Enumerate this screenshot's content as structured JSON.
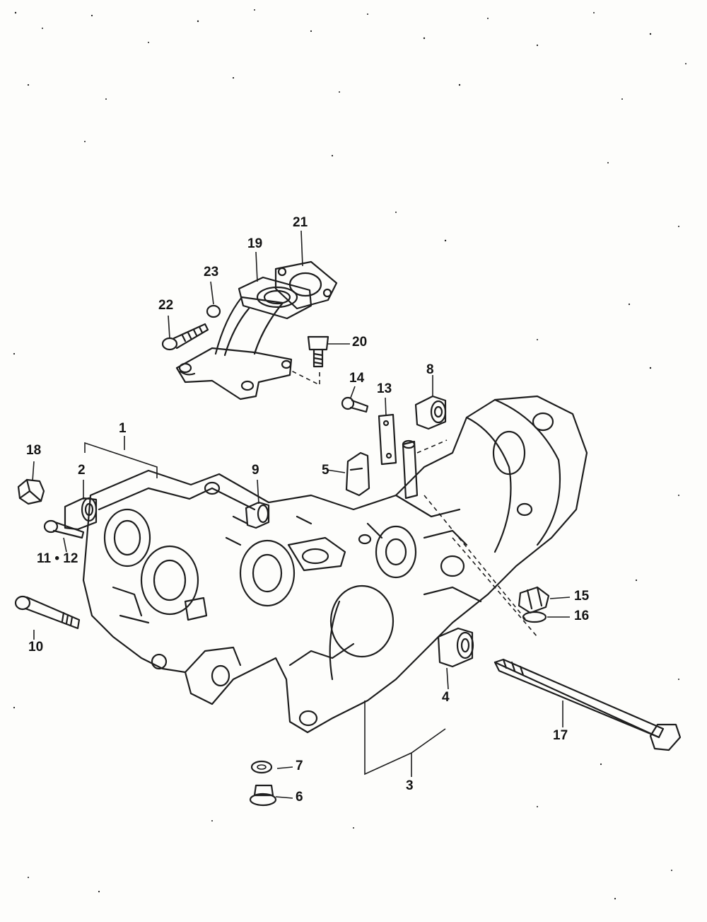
{
  "colors": {
    "ink": "#1e1e1e",
    "paper": "#fdfdfb"
  },
  "labels": {
    "l1": "1",
    "l2": "2",
    "l3": "3",
    "l4": "4",
    "l5": "5",
    "l6": "6",
    "l7": "7",
    "l8": "8",
    "l9": "9",
    "l10": "10",
    "l11_12": "11 • 12",
    "l13": "13",
    "l14": "14",
    "l15": "15",
    "l16": "16",
    "l17": "17",
    "l18": "18",
    "l19": "19",
    "l20": "20",
    "l21": "21",
    "l22": "22",
    "l23": "23"
  }
}
